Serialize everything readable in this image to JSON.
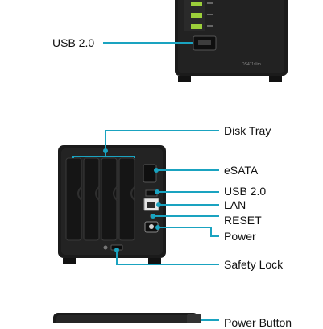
{
  "colors": {
    "callout": "#1aa3c0",
    "device_body": "#1b1b1b",
    "device_edge": "#3a3a3a",
    "led_green": "#9ccf3a",
    "background": "#ffffff"
  },
  "top_view": {
    "model_text": "DS411slim",
    "labels": {
      "usb": "USB 2.0"
    }
  },
  "back_view": {
    "labels": {
      "disk_tray": "Disk Tray",
      "esata": "eSATA",
      "usb": "USB 2.0",
      "lan": "LAN",
      "reset": "RESET",
      "power": "Power",
      "safety_lock": "Safety Lock"
    }
  },
  "bottom_view": {
    "labels": {
      "power_button": "Power Button"
    }
  }
}
